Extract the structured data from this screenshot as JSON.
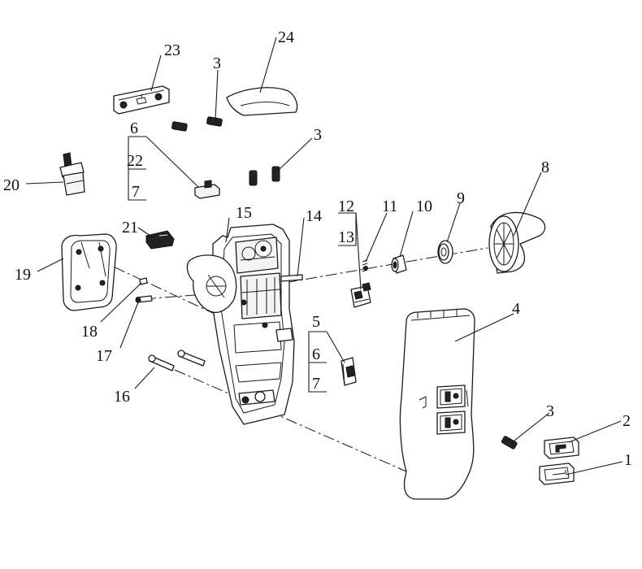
{
  "callouts": {
    "c1": "1",
    "c2": "2",
    "c3a": "3",
    "c3b": "3",
    "c3c": "3",
    "c4": "4",
    "c5": "5",
    "c6a": "6",
    "c6b": "6",
    "c7a": "7",
    "c7b": "7",
    "c8": "8",
    "c9": "9",
    "c10": "10",
    "c11": "11",
    "c12": "12",
    "c13": "13",
    "c14": "14",
    "c15": "15",
    "c16": "16",
    "c17": "17",
    "c18": "18",
    "c19": "19",
    "c20": "20",
    "c21": "21",
    "c22": "22",
    "c23": "23",
    "c24": "24"
  },
  "colors": {
    "line": "#1a1a1a",
    "background": "#ffffff"
  }
}
